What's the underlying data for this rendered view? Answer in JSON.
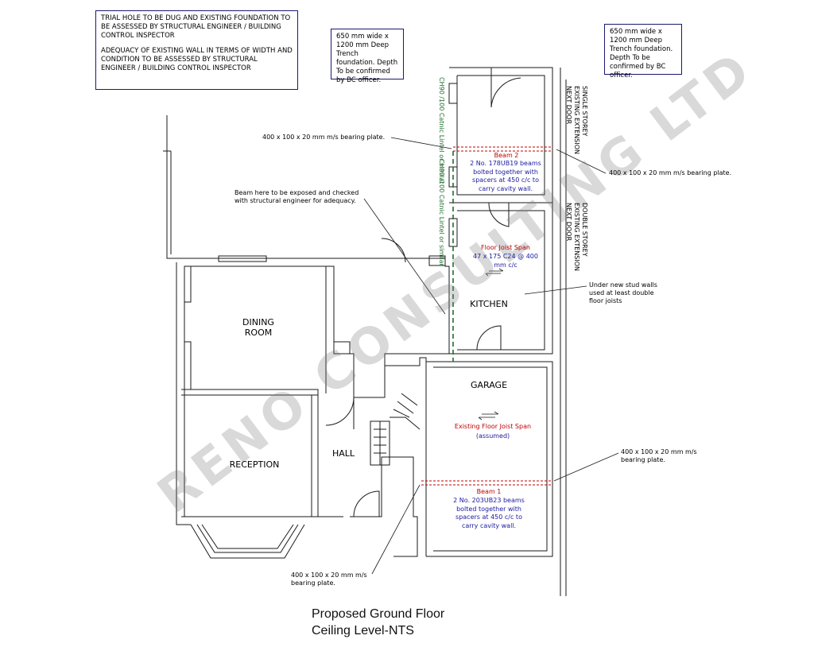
{
  "notes": {
    "trial_hole": [
      "TRIAL HOLE TO BE DUG AND EXISTING FOUNDATION TO BE ASSESSED BY STRUCTURAL ENGINEER / BUILDING CONTROL INSPECTOR",
      "ADEQUACY OF EXISTING WALL IN TERMS OF WIDTH AND CONDITION TO BE ASSESSED BY STRUCTURAL ENGINEER / BUILDING CONTROL INSPECTOR"
    ],
    "trench_left": "650 mm wide x 1200 mm Deep Trench foundation. Depth To be confirmed by BC officer.",
    "trench_right": "650 mm wide x 1200 mm Deep Trench foundation. Depth To be confirmed by BC officer."
  },
  "labels": {
    "bearing_plate_top": "400 x 100 x 20 mm m/s bearing plate.",
    "bearing_plate_right": "400 x 100 x 20 mm m/s bearing plate.",
    "bearing_plate_garage": "400 x 100 x 20 mm m/s bearing plate.",
    "bearing_plate_bottom": "400 x 100 x 20 mm m/s bearing plate.",
    "beam_exposed": "Beam here to be exposed and checked with structural engineer for adequacy.",
    "stud_walls": "Under new stud walls used at least double floor joists",
    "lintel_1": "CH90 /100 Catnic Lintel or similar",
    "lintel_2": "CH90 /100 Catnic Lintel or similar",
    "single_storey": "SINGLE STOREY EXISTING EXTENSION NEXT DOOR",
    "double_storey": "DOUBLE STOREY EXISTING EXTENSION NEXT DOOR"
  },
  "beams": {
    "beam2_title": "Beam 2",
    "beam2_text": "2 No. 178UB19 beams bolted together with spacers at 450 c/c to carry cavity wall.",
    "beam1_title": "Beam 1",
    "beam1_text": "2 No. 203UB23 beams bolted together with spacers at 450 c/c to carry cavity wall.",
    "joist_title": "Floor Joist Span",
    "joist_text": "47 x 175 C24 @ 400 mm c/c",
    "existing_joist_title": "Existing Floor Joist Span",
    "existing_joist_text": "(assumed)"
  },
  "rooms": {
    "dining": "DINING ROOM",
    "kitchen": "KITCHEN",
    "garage": "GARAGE",
    "reception": "RECEPTION",
    "hall": "HALL"
  },
  "caption": {
    "line1": "Proposed Ground Floor",
    "line2": "Ceiling Level-NTS"
  },
  "watermark": "RENO CONSULTING LTD",
  "colors": {
    "line": "#1a1a1a",
    "beam_red": "#c00000",
    "text_blue": "#1a1aa0",
    "lintel_green": "#1e6e2e",
    "note_border": "#1a1a6e"
  }
}
